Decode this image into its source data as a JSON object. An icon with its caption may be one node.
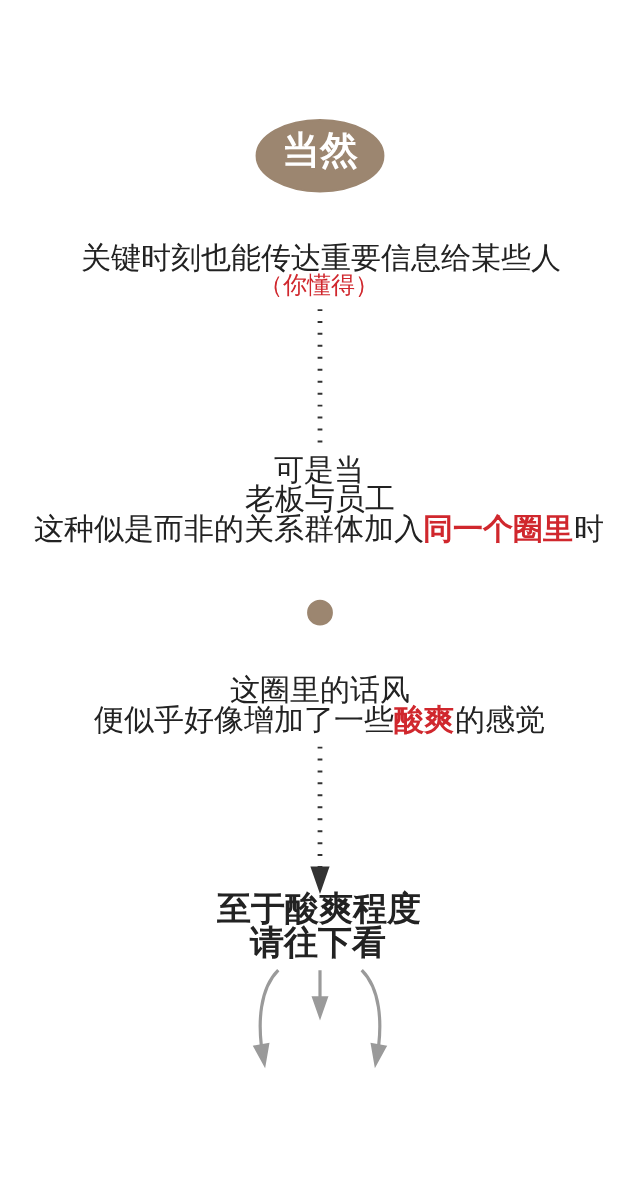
{
  "diagram": {
    "nodes": [
      {
        "text": [
          "当然"
        ]
      },
      {
        "text": [
          "关键时刻也能传达重要信息给某些人",
          "（你懂得）"
        ]
      },
      {
        "text": [
          "可是当",
          "老板与员工",
          "这种似是而非的关系群体加入**同一个圈里**时"
        ]
      },
      {
        "text": [],
        "shape": "circle"
      },
      {
        "text": [
          "这圈里的话风",
          "便似乎好像增加了一些**酸爽**的感觉"
        ]
      },
      {
        "text": [
          "至于酸爽程度",
          "请往下看"
        ]
      }
    ],
    "edges": [
      {
        "from": 1,
        "to": 2,
        "arrow": "none",
        "style": "dashed",
        "color": "#333333"
      },
      {
        "from": 4,
        "to": 5,
        "arrow": "to",
        "style": "dashed",
        "color": "#333333"
      },
      {
        "from": 5,
        "to": null,
        "arrow": "to"
      },
      {
        "from": 5,
        "to": null,
        "arrow": "to"
      },
      {
        "from": 5,
        "to": null,
        "arrow": "to"
      }
    ]
  }
}
